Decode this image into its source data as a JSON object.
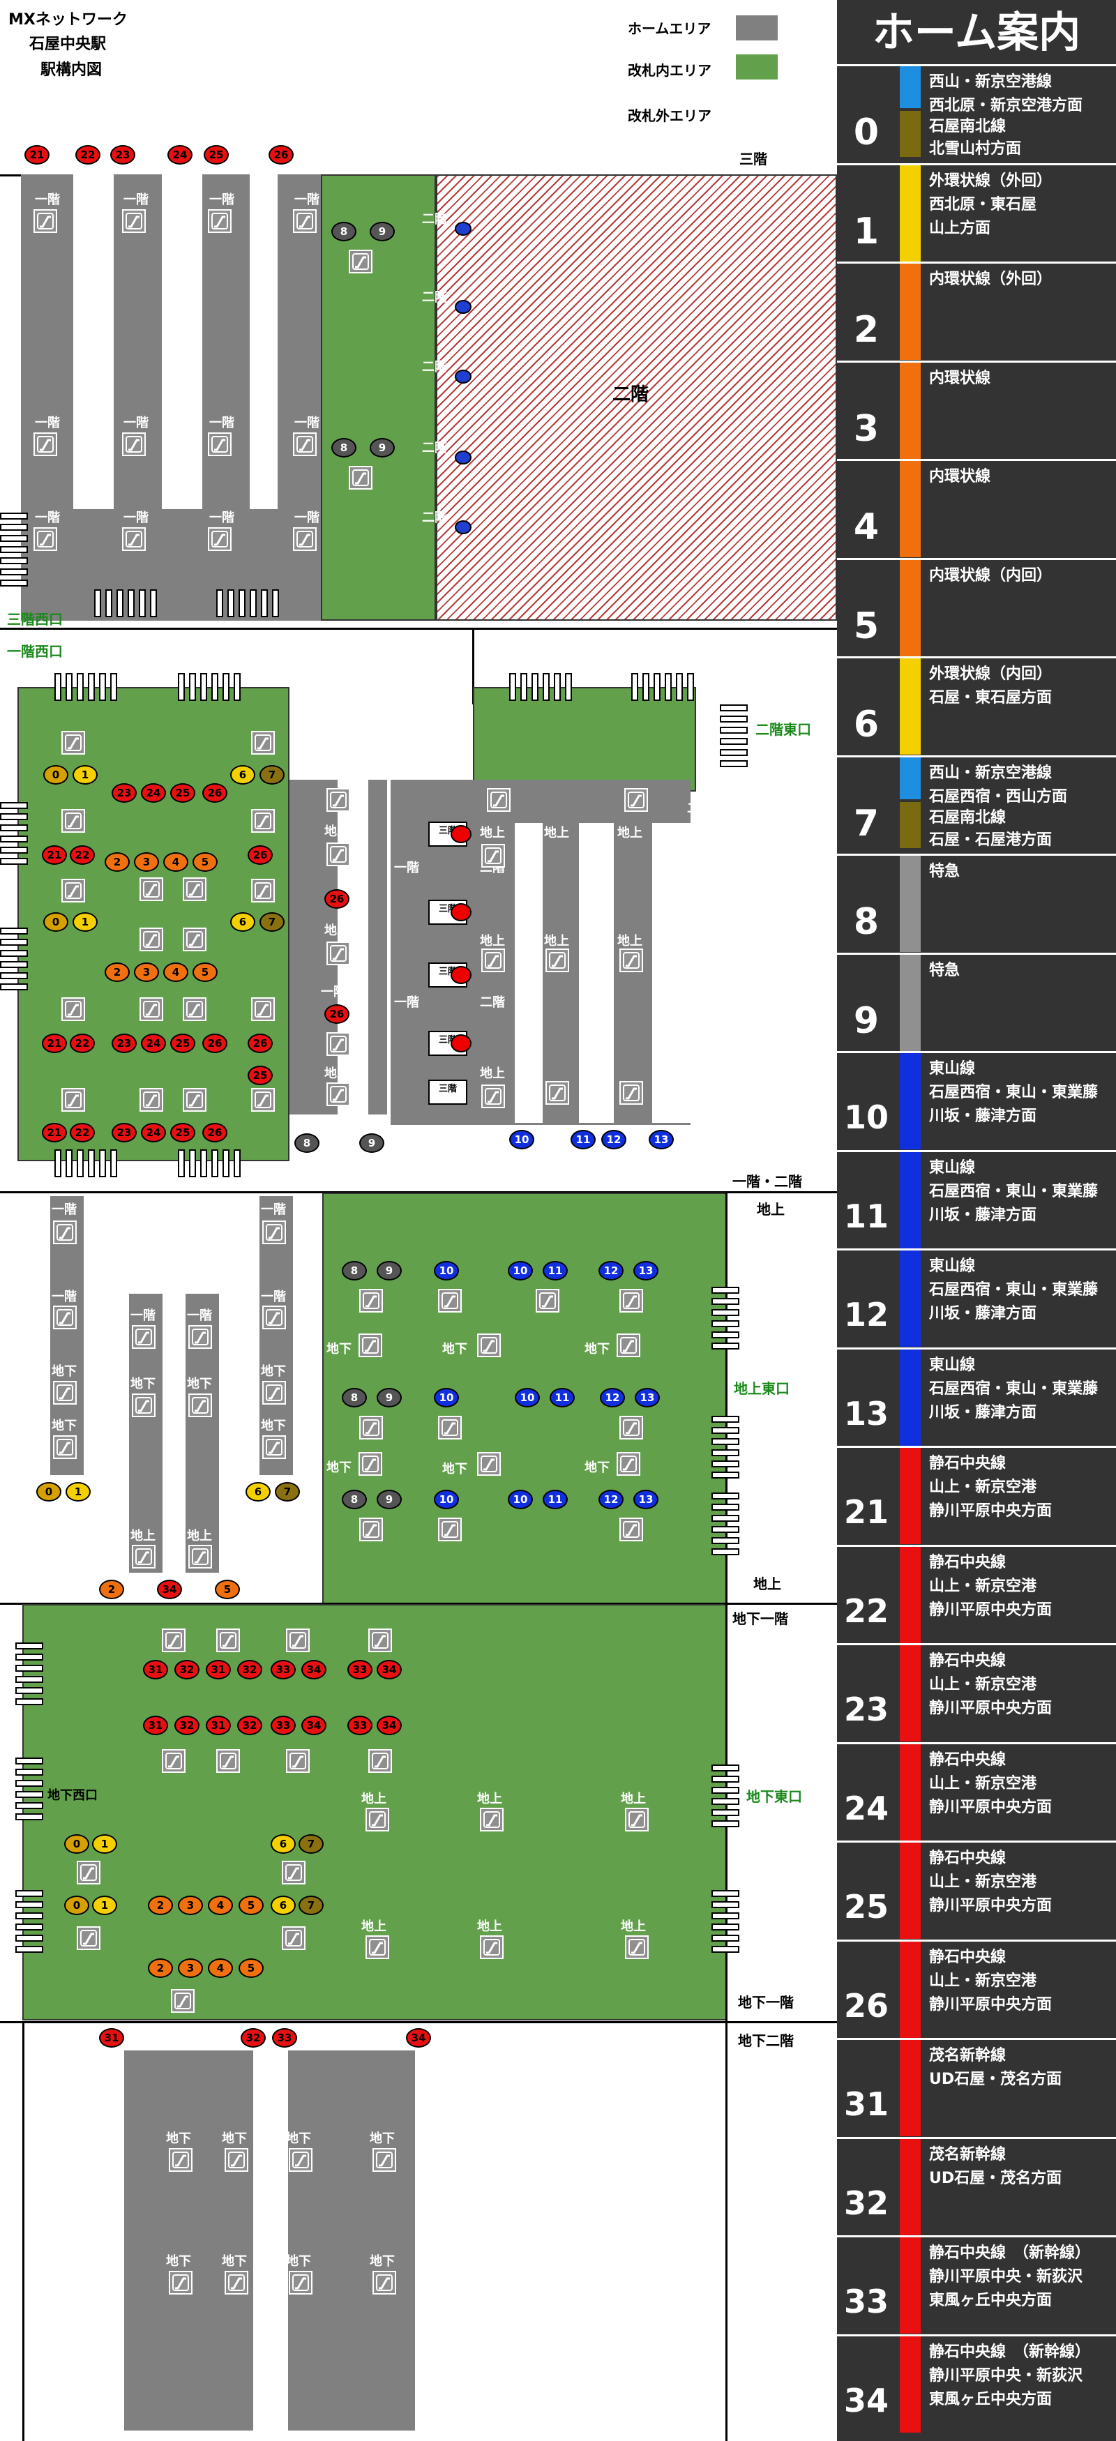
{
  "header": {
    "network": "MXネットワーク",
    "station": "石屋中央駅",
    "map_title": "駅構内図"
  },
  "legend": {
    "platform_area": "ホームエリア",
    "inside_gates": "改札内エリア",
    "outside_gates": "改札外エリア",
    "platform_color": "#808080",
    "inside_color": "#62a04c"
  },
  "levels": {
    "third_floor": "三階",
    "first_second": "一階・二階",
    "ground": "地上",
    "ground2": "地上",
    "b1": "地下一階",
    "b1b": "地下一階",
    "b2": "地下二階"
  },
  "exits": {
    "west_3f": "三階西口",
    "west_1f": "一階西口",
    "east_2f": "二階東口",
    "east_ground": "地上東口",
    "west_b1": "地下西口",
    "east_b1": "地下東口"
  },
  "tags": {
    "first": "一階",
    "second": "二階",
    "third": "三階",
    "ground": "地上",
    "under": "地下",
    "big_second": "二階"
  },
  "panel": {
    "title": "ホーム案内",
    "rows": [
      {
        "num": "0",
        "color": "#1e8fe0",
        "lines": [
          "西山・新京空港線",
          "西北原・新京空港方面"
        ],
        "color2": "#7a6a10",
        "lines2": [
          "石屋南北線",
          "北雪山村方面"
        ]
      },
      {
        "num": "1",
        "color": "#f5d000",
        "lines": [
          "外環状線（外回）",
          "西北原・東石屋",
          "山上方面"
        ]
      },
      {
        "num": "2",
        "color": "#f07010",
        "lines": [
          "内環状線（外回）"
        ]
      },
      {
        "num": "3",
        "color": "#f07010",
        "lines": [
          "内環状線"
        ]
      },
      {
        "num": "4",
        "color": "#f07010",
        "lines": [
          "内環状線"
        ]
      },
      {
        "num": "5",
        "color": "#f07010",
        "lines": [
          "内環状線（内回）"
        ]
      },
      {
        "num": "6",
        "color": "#f5d000",
        "lines": [
          "外環状線（内回）",
          "石屋・東石屋方面"
        ]
      },
      {
        "num": "7",
        "color": "#1e8fe0",
        "lines": [
          "西山・新京空港線",
          "石屋西宿・西山方面"
        ],
        "color2": "#7a6a10",
        "lines2": [
          "石屋南北線",
          "石屋・石屋港方面"
        ]
      },
      {
        "num": "8",
        "color": "#909090",
        "lines": [
          "特急"
        ]
      },
      {
        "num": "9",
        "color": "#909090",
        "lines": [
          "特急"
        ]
      },
      {
        "num": "10",
        "color": "#1030e0",
        "lines": [
          "東山線",
          "石屋西宿・東山・東業藤",
          "川坂・藤津方面"
        ]
      },
      {
        "num": "11",
        "color": "#1030e0",
        "lines": [
          "東山線",
          "石屋西宿・東山・東業藤",
          "川坂・藤津方面"
        ]
      },
      {
        "num": "12",
        "color": "#1030e0",
        "lines": [
          "東山線",
          "石屋西宿・東山・東業藤",
          "川坂・藤津方面"
        ]
      },
      {
        "num": "13",
        "color": "#1030e0",
        "lines": [
          "東山線",
          "石屋西宿・東山・東業藤",
          "川坂・藤津方面"
        ]
      },
      {
        "num": "21",
        "color": "#e81010",
        "lines": [
          "静石中央線",
          "山上・新京空港",
          "静川平原中央方面"
        ]
      },
      {
        "num": "22",
        "color": "#e81010",
        "lines": [
          "静石中央線",
          "山上・新京空港",
          "静川平原中央方面"
        ]
      },
      {
        "num": "23",
        "color": "#e81010",
        "lines": [
          "静石中央線",
          "山上・新京空港",
          "静川平原中央方面"
        ]
      },
      {
        "num": "24",
        "color": "#e81010",
        "lines": [
          "静石中央線",
          "山上・新京空港",
          "静川平原中央方面"
        ]
      },
      {
        "num": "25",
        "color": "#e81010",
        "lines": [
          "静石中央線",
          "山上・新京空港",
          "静川平原中央方面"
        ]
      },
      {
        "num": "26",
        "color": "#e81010",
        "lines": [
          "静石中央線",
          "山上・新京空港",
          "静川平原中央方面"
        ]
      },
      {
        "num": "31",
        "color": "#e81010",
        "lines": [
          "茂名新幹線",
          "UD石屋・茂名方面"
        ]
      },
      {
        "num": "32",
        "color": "#e81010",
        "lines": [
          "茂名新幹線",
          "UD石屋・茂名方面"
        ]
      },
      {
        "num": "33",
        "color": "#e81010",
        "lines": [
          "静石中央線　（新幹線）",
          "静川平原中央・新荻沢",
          "東風ヶ丘中央方面"
        ]
      },
      {
        "num": "34",
        "color": "#e81010",
        "lines": [
          "静石中央線　（新幹線）",
          "静川平原中央・新荻沢",
          "東風ヶ丘中央方面"
        ]
      }
    ]
  },
  "markers": {
    "colors": {
      "0": "#d6a000",
      "1": "#f5d000",
      "2": "#f07010",
      "3": "#f07010",
      "4": "#f07010",
      "5": "#f07010",
      "6": "#f5d000",
      "7": "#8a7010",
      "8": "#555555",
      "9": "#555555",
      "10": "#1030e0",
      "11": "#1030e0",
      "12": "#1030e0",
      "13": "#1030e0",
      "21": "#e81010",
      "22": "#e81010",
      "23": "#e81010",
      "24": "#e81010",
      "25": "#e81010",
      "26": "#e81010",
      "31": "#e81010",
      "32": "#e81010",
      "33": "#e81010",
      "34": "#e81010"
    }
  }
}
